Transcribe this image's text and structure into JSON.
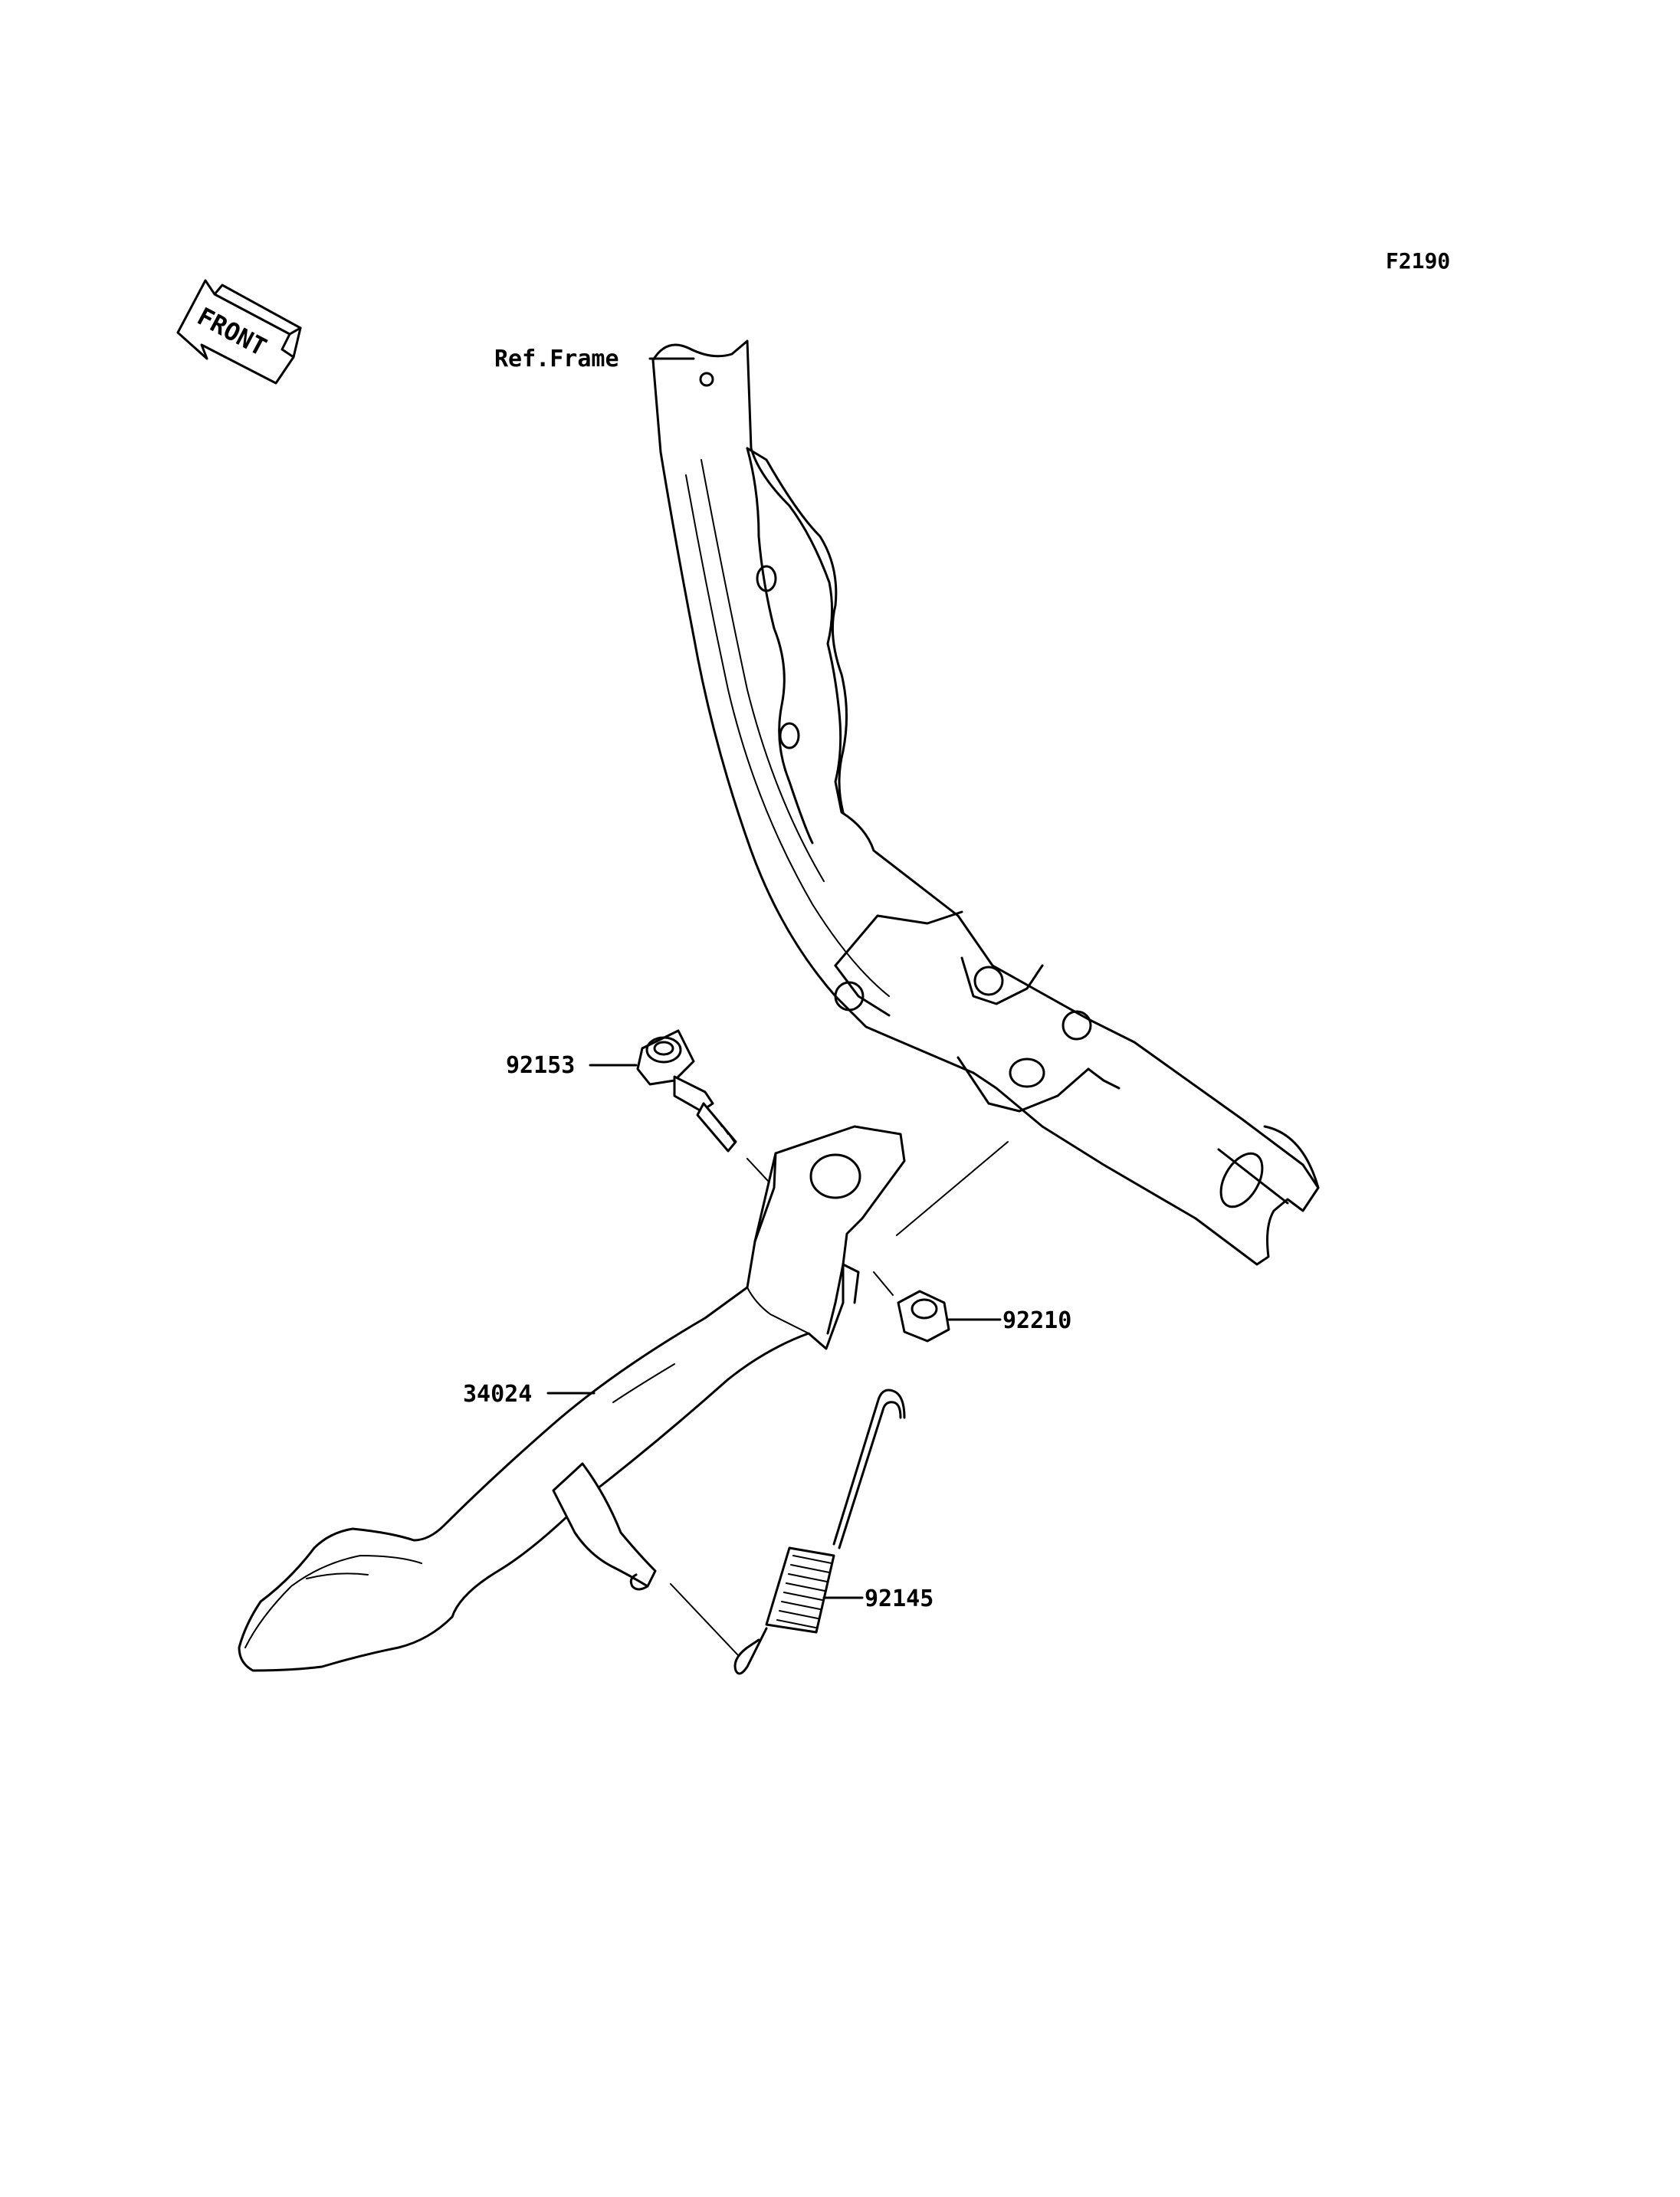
{
  "figure_code": "F2190",
  "front_label": "FRONT",
  "callouts": {
    "frame": "Ref.Frame",
    "bolt": "92153",
    "nut": "92210",
    "stand": "34024",
    "spring": "92145"
  }
}
